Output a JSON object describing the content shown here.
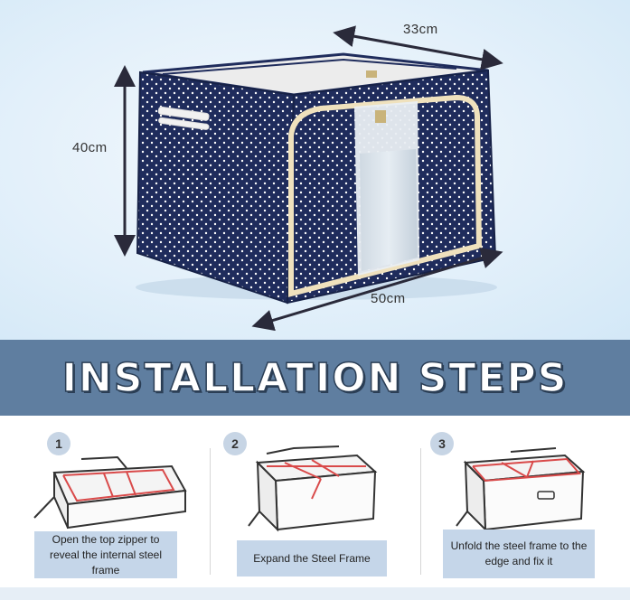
{
  "dimensions": {
    "depth": "33cm",
    "height": "40cm",
    "width": "50cm"
  },
  "banner": {
    "title": "INSTALLATION STEPS"
  },
  "steps": [
    {
      "number": "1",
      "caption": "Open the top zipper to reveal the internal steel frame"
    },
    {
      "number": "2",
      "caption": "Expand the Steel Frame"
    },
    {
      "number": "3",
      "caption": "Unfold the steel frame to the edge and fix it"
    }
  ],
  "colors": {
    "banner": "#5f7ea0",
    "box_fabric": "#1f2c5c",
    "trim": "#efe1bd",
    "caption_bg": "#c5d6e9",
    "frame_red": "#d94a4a"
  }
}
